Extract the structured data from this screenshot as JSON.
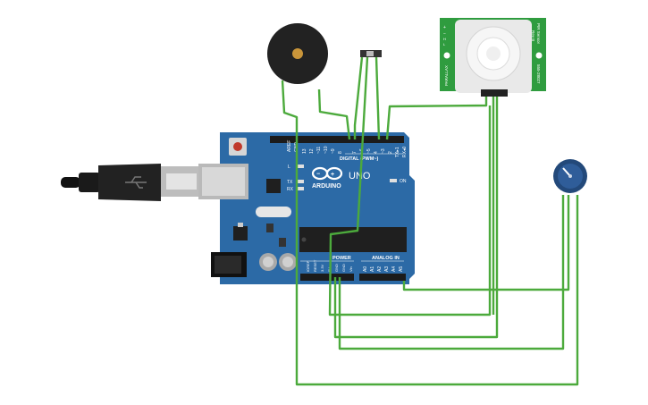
{
  "board": {
    "brand": "ARDUINO",
    "model": "UNO",
    "on_label": "ON",
    "l_label": "L",
    "tx_label": "TX",
    "rx_label": "RX",
    "digital_header": "DIGITAL (PWM~)",
    "power_header": "POWER",
    "analog_header": "ANALOG IN",
    "aref_label": "AREF",
    "gnd_label": "GND",
    "digital_pins": [
      "13",
      "12",
      "~11",
      "~10",
      "~9",
      "8",
      "7",
      "~6",
      "~5",
      "4",
      "~3",
      "2",
      "TX▸1",
      "RX◂0"
    ],
    "power_pins": [
      "IOREF",
      "RESET",
      "3.3V",
      "5V",
      "GND",
      "GND",
      "Vin"
    ],
    "analog_pins": [
      "A0",
      "A1",
      "A2",
      "A3",
      "A4",
      "A5"
    ]
  },
  "pir": {
    "top_label": "PIR Sensor",
    "model": "Rev B",
    "part": "555-28027",
    "brand": "PARALLAX",
    "side_marks": [
      "+",
      "−",
      "H",
      "L"
    ]
  },
  "colors": {
    "board": "#2c6aa6",
    "wire": "#4caa3c",
    "pir_pcb": "#2f9c3f",
    "buzzer": "#222222"
  }
}
